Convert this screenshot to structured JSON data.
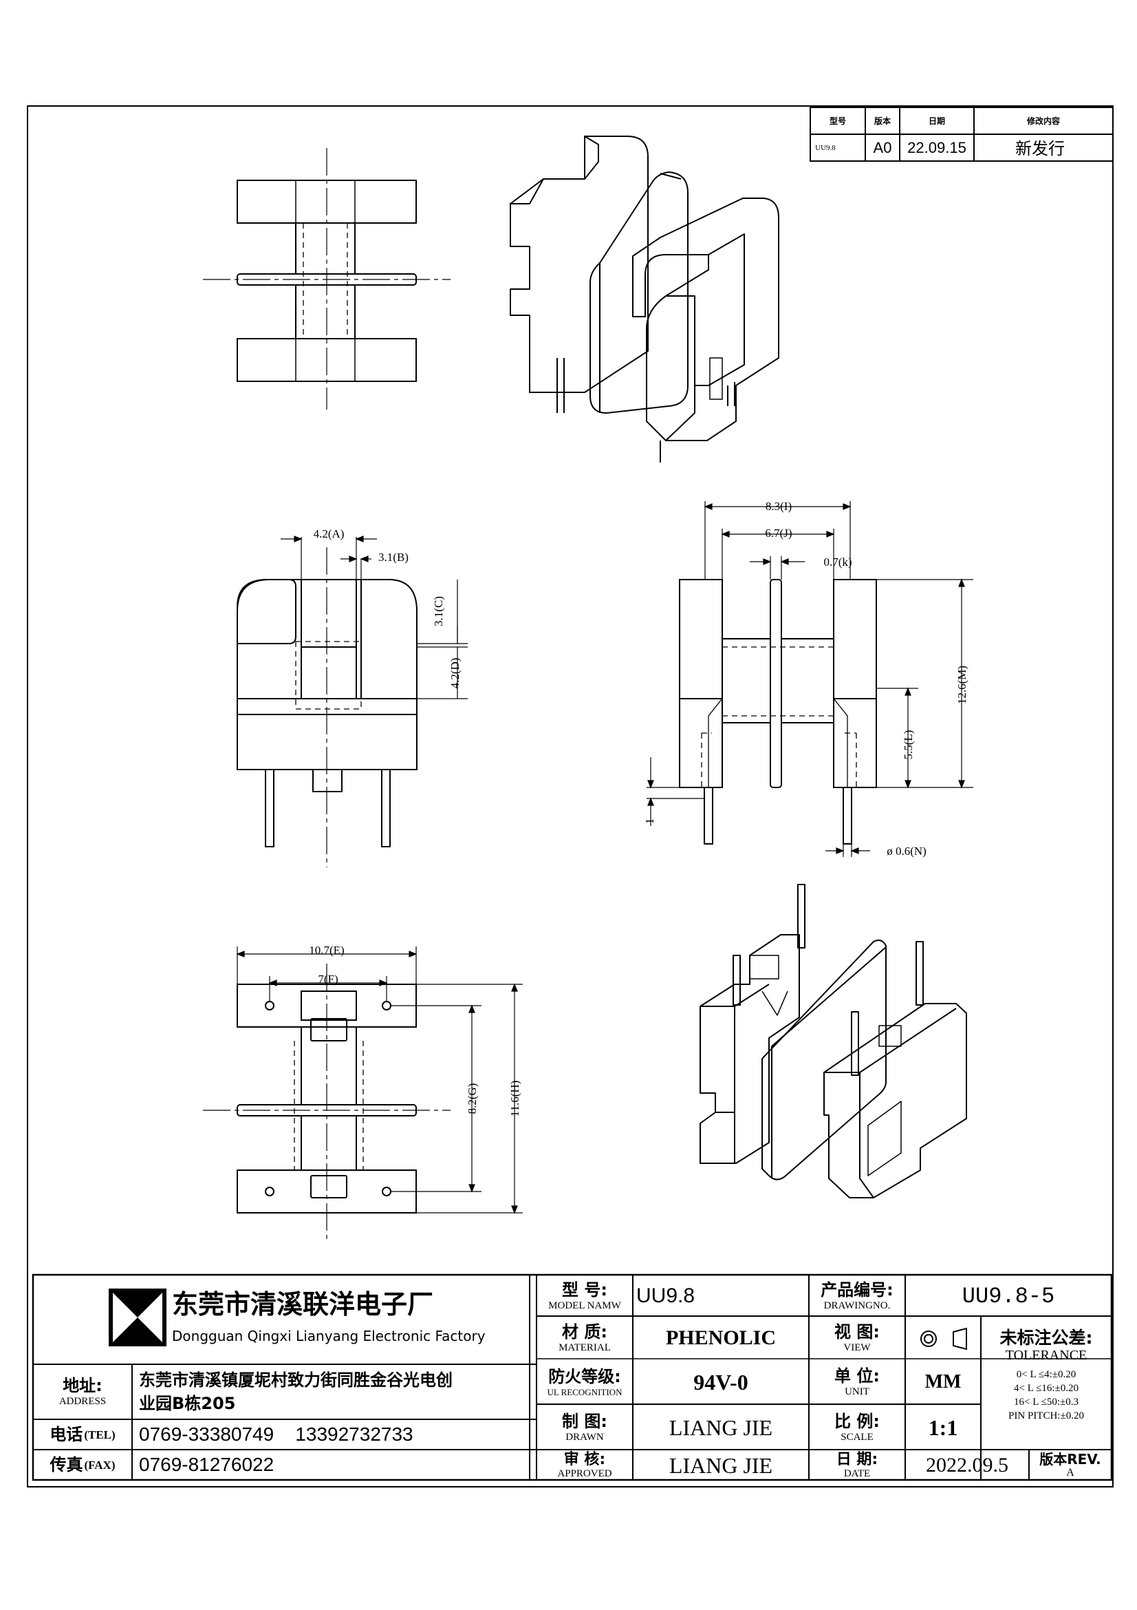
{
  "revision_table": {
    "headers": [
      "型号",
      "版本",
      "日期",
      "修改内容"
    ],
    "row": [
      "UU9.8",
      "A0",
      "22.09.15",
      "新发行"
    ]
  },
  "dimensions": {
    "A": "4.2(A)",
    "B": "3.1(B)",
    "C": "3.1(C)",
    "D": "4.2(D)",
    "I": "8.3(I)",
    "J": "6.7(J)",
    "K": "0.7(k)",
    "M": "12.6(M)",
    "L": "5.5(L)",
    "one": "1",
    "N": "ø 0.6(N)",
    "E": "10.7(E)",
    "F": "7(F)",
    "G": "8.2(G)",
    "H": "11.6(H)"
  },
  "company": {
    "name_cn": "东莞市清溪联洋电子厂",
    "name_en": "Dongguan Qingxi Lianyang Electronic Factory",
    "address_label": "地址:",
    "address_label_en": "ADDRESS",
    "address_line1": "东莞市清溪镇厦坭村致力街同胜金谷光电创",
    "address_line2": "业园B栋205",
    "tel_label": "电话",
    "tel_label_en": "(TEL)",
    "tel_value": "0769-33380749    13392732733",
    "fax_label": "传真",
    "fax_label_en": "(FAX)",
    "fax_value": "0769-81276022"
  },
  "title_block": {
    "model_label": "型 号:",
    "model_label_en": "MODEL NAMW",
    "model_value": "UU9.8",
    "material_label": "材 质:",
    "material_label_en": "MATERIAL",
    "material_value": "PHENOLIC",
    "ul_label": "防火等级:",
    "ul_label_en": "UL RECOGNITION",
    "ul_value": "94V-0",
    "drawn_label": "制 图:",
    "drawn_label_en": "DRAWN",
    "drawn_value": "LIANG JIE",
    "approved_label": "审 核:",
    "approved_label_en": "APPROVED",
    "approved_value": "LIANG JIE",
    "drawing_no_label": "产品编号:",
    "drawing_no_label_en": "DRAWINGNO.",
    "drawing_no_value": "UU9.8-5",
    "view_label": "视 图:",
    "view_label_en": "VIEW",
    "unit_label": "单 位:",
    "unit_label_en": "UNIT",
    "unit_value": "MM",
    "scale_label": "比 例:",
    "scale_label_en": "SCALE",
    "scale_value": "1:1",
    "date_label": "日 期:",
    "date_label_en": "DATE",
    "date_value": "2022.09.5",
    "tolerance_label": "未标注公差:",
    "tolerance_label_en": "TOLERANCE",
    "tolerance_lines": [
      "0< L ≤4:±0.20",
      "4< L ≤16:±0.20",
      "16< L ≤50:±0.3",
      "PIN PITCH:±0.20"
    ],
    "rev_label": "版本REV.",
    "rev_value": "A"
  }
}
